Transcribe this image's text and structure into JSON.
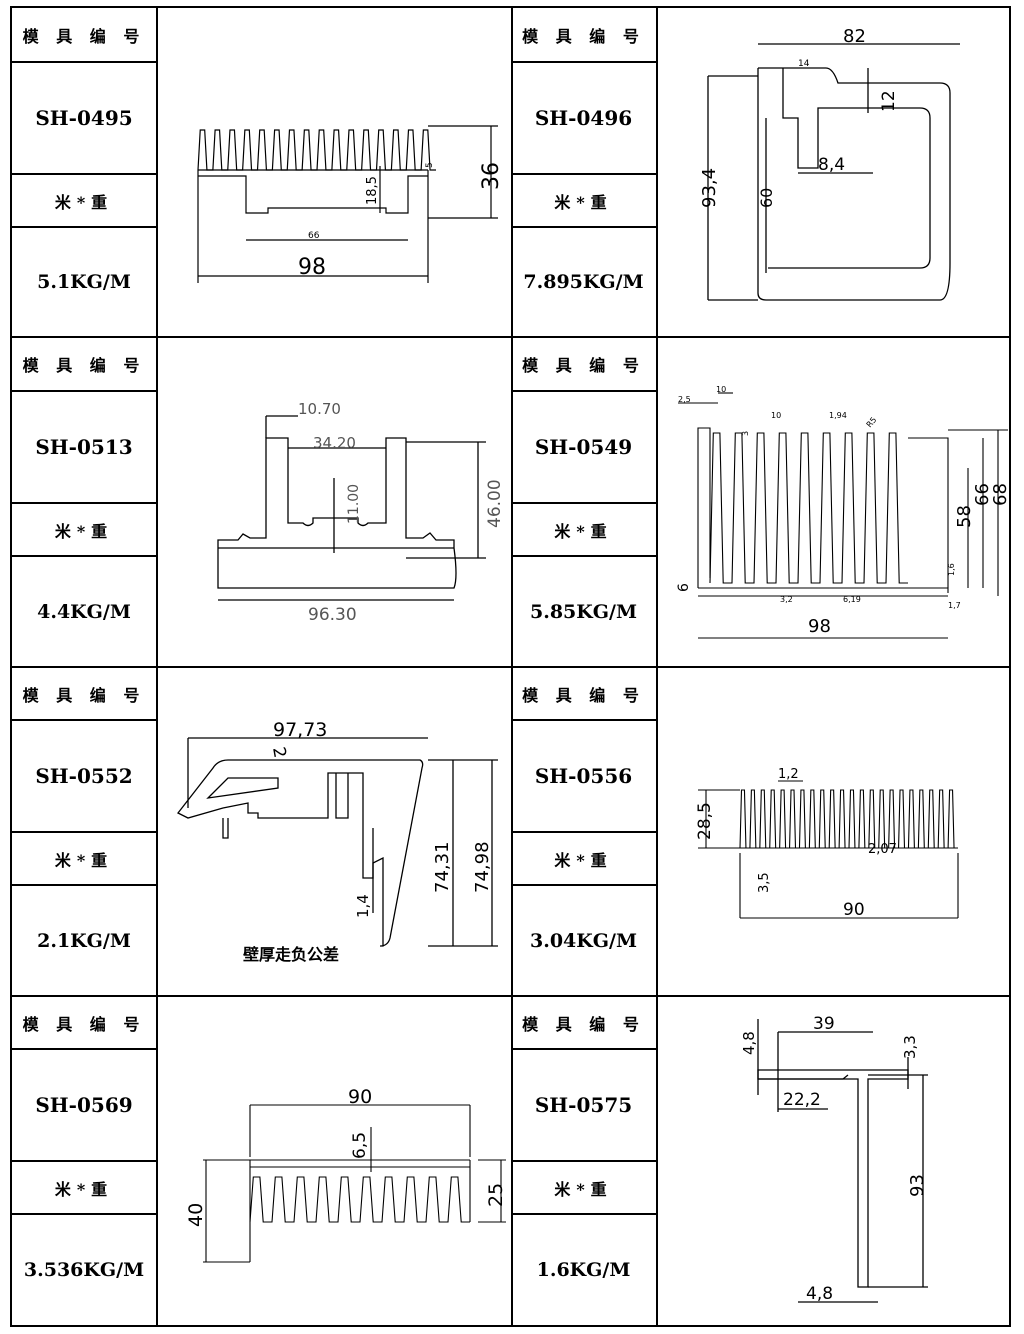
{
  "rows": [
    {
      "left": {
        "header": "模 具 编 号",
        "code": "SH-0495",
        "weight_label": "米*重",
        "weight": "5.1KG/M",
        "dims": {
          "top": "98",
          "inner": "66",
          "height": "36",
          "fin": "18,5",
          "base": "5"
        }
      },
      "right": {
        "header": "模 具 编 号",
        "code": "SH-0496",
        "weight_label": "米*重",
        "weight": "7.895KG/M",
        "dims": {
          "width": "82",
          "tab": "14",
          "tab_h": "12",
          "slot": "8,4",
          "outer_h": "93,4",
          "inner_h": "60"
        }
      }
    },
    {
      "left": {
        "header": "模 具 编 号",
        "code": "SH-0513",
        "weight_label": "米*重",
        "weight": "4.4KG/M",
        "dims": {
          "w1": "10.70",
          "w2": "34.20",
          "h1": "11.00",
          "h2": "46.00",
          "w3": "96.30"
        }
      },
      "right": {
        "header": "模 具 编 号",
        "code": "SH-0549",
        "weight_label": "米*重",
        "weight": "5.85KG/M",
        "dims": {
          "a": "2,5",
          "b": "10",
          "c": "10",
          "d": "1,94",
          "e": "R5",
          "f": "3",
          "h1": "58",
          "h2": "66",
          "h3": "68",
          "g": "1,6",
          "i": "3,2",
          "j": "6,19",
          "k": "1,7",
          "base": "6",
          "width": "98"
        }
      }
    },
    {
      "left": {
        "header": "模 具 编 号",
        "code": "SH-0552",
        "weight_label": "米*重",
        "weight": "2.1KG/M",
        "dims": {
          "width": "97,73",
          "wall": "2",
          "h1": "74,31",
          "h2": "74,98",
          "t": "1,4"
        },
        "note": "壁厚走负公差"
      },
      "right": {
        "header": "模 具 编 号",
        "code": "SH-0556",
        "weight_label": "米*重",
        "weight": "3.04KG/M",
        "dims": {
          "fin": "1,2",
          "height": "28,5",
          "gap": "2,07",
          "base": "3,5",
          "width": "90"
        }
      }
    },
    {
      "left": {
        "header": "模 具 编 号",
        "code": "SH-0569",
        "weight_label": "米*重",
        "weight": "3.536KG/M",
        "dims": {
          "width": "90",
          "base": "6,5",
          "fin_h": "25",
          "height": "40"
        }
      },
      "right": {
        "header": "模 具 编 号",
        "code": "SH-0575",
        "weight_label": "米*重",
        "weight": "1.6KG/M",
        "dims": {
          "a": "4,8",
          "b": "39",
          "c": "3,3",
          "d": "22,2",
          "h": "93",
          "e": "4,8"
        }
      }
    }
  ]
}
